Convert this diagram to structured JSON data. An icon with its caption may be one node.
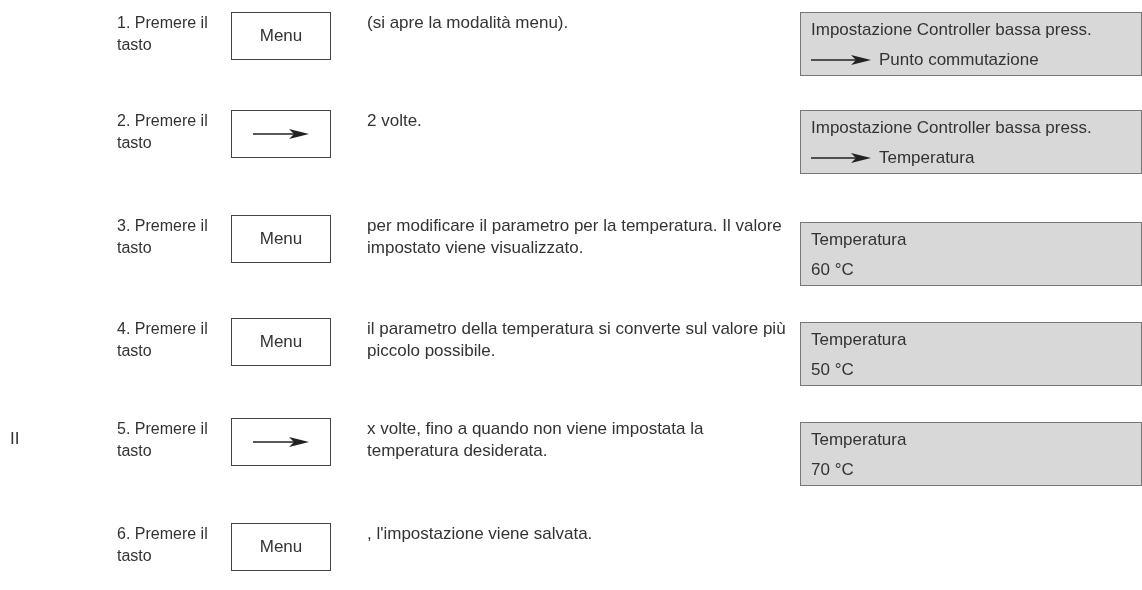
{
  "diagram": {
    "nodes": [
      {
        "text": [
          "Menu"
        ]
      },
      {
        "text": [
          "Impostazione Controller bassa press.",
          "Punto commutazione"
        ]
      },
      {
        "text": [],
        "shape": "box"
      },
      {
        "text": [
          "Impostazione Controller bassa press.",
          "Temperatura"
        ]
      },
      {
        "text": [
          "Menu"
        ]
      },
      {
        "text": [
          "Temperatura",
          "60 °C"
        ]
      },
      {
        "text": [
          "Menu"
        ]
      },
      {
        "text": [
          "Temperatura",
          "50 °C"
        ]
      },
      {
        "text": [],
        "shape": "box"
      },
      {
        "text": [
          "Temperatura",
          "70 °C"
        ]
      },
      {
        "text": [
          "Menu"
        ]
      }
    ],
    "edges": [],
    "labels": [
      "1. Premere il tasto",
      "(si apre la modalità menu).",
      "2. Premere il tasto",
      "2 volte.",
      "3. Premere il tasto",
      "per modificare il parametro per la temperatura. Il valore impostato viene visualizzato.",
      "4. Premere il tasto",
      "il parametro della temperatura si converte sul valore più piccolo possibile.",
      "II",
      "5. Premere il tasto",
      "x volte, fino a quando non viene impostata la temperatura desiderata.",
      "6. Premere il tasto",
      ", l'impostazione viene salvata."
    ]
  }
}
